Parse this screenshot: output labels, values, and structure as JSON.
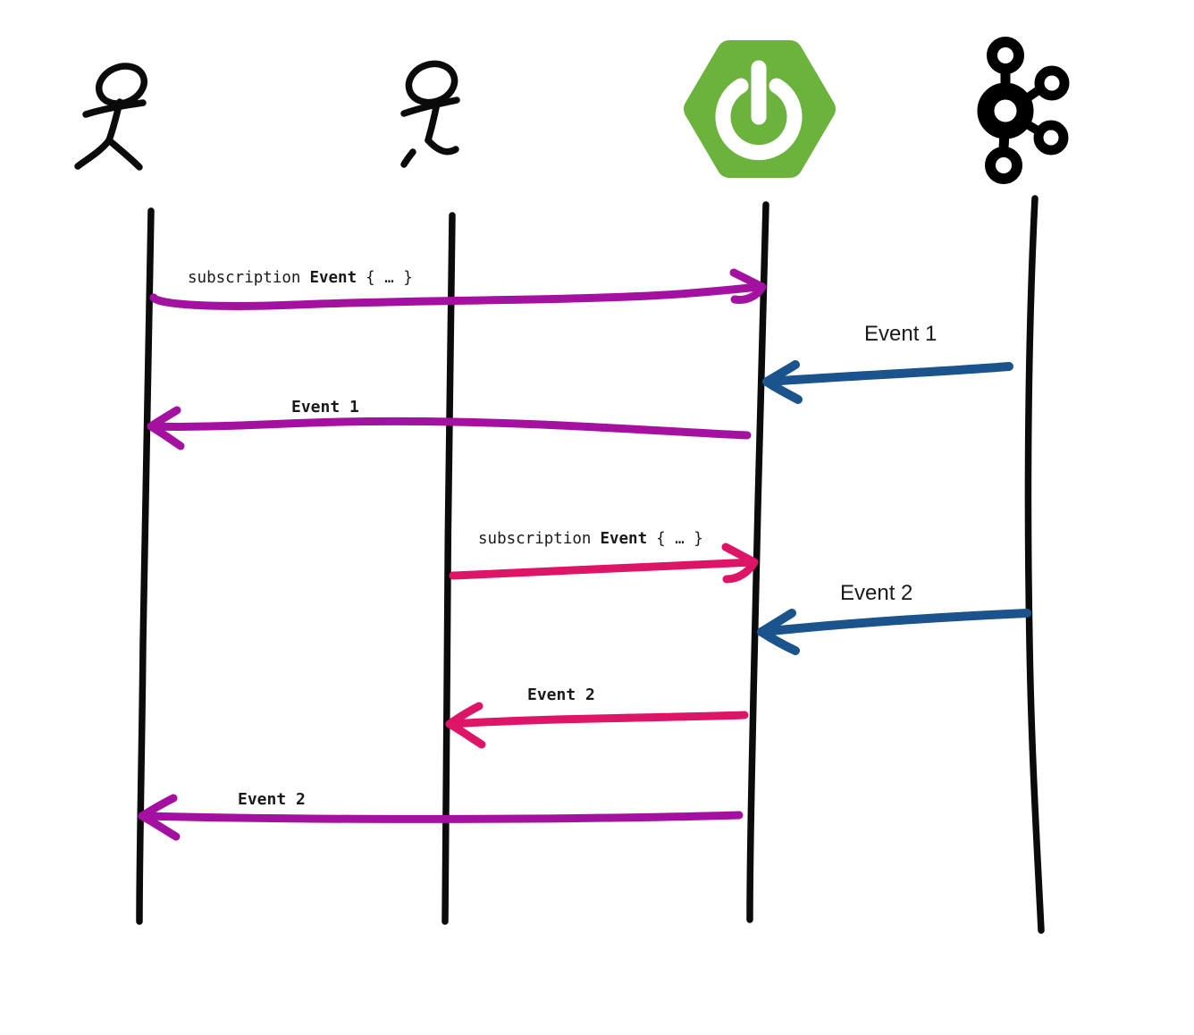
{
  "colors": {
    "magenta": "#A410A0",
    "pink": "#DE1567",
    "blue": "#1B538C",
    "ink": "#0B0B0B",
    "spring_green": "#6CB33E",
    "label_text": "#1A1A1A"
  },
  "actors": [
    {
      "id": "user-1",
      "icon": "stick-figure-icon"
    },
    {
      "id": "user-2",
      "icon": "stick-figure-icon"
    },
    {
      "id": "spring-boot",
      "icon": "spring-boot-logo"
    },
    {
      "id": "kafka",
      "icon": "kafka-logo"
    }
  ],
  "messages": [
    {
      "text_normal_1": "subscription",
      "text_bold": "Event",
      "text_normal_2": "{ … }",
      "from": "user-1",
      "to": "spring-boot",
      "color": "#A410A0"
    },
    {
      "text": "Event 1",
      "from": "kafka",
      "to": "spring-boot",
      "color": "#1B538C"
    },
    {
      "text": "Event 1",
      "from": "spring-boot",
      "to": "user-1",
      "color": "#A410A0"
    },
    {
      "text_normal_1": "subscription",
      "text_bold": "Event",
      "text_normal_2": "{ … }",
      "from": "user-2",
      "to": "spring-boot",
      "color": "#DE1567"
    },
    {
      "text": "Event 2",
      "from": "kafka",
      "to": "spring-boot",
      "color": "#1B538C"
    },
    {
      "text": "Event 2",
      "from": "spring-boot",
      "to": "user-2",
      "color": "#DE1567"
    },
    {
      "text": "Event 2",
      "from": "spring-boot",
      "to": "user-1",
      "color": "#A410A0"
    }
  ]
}
